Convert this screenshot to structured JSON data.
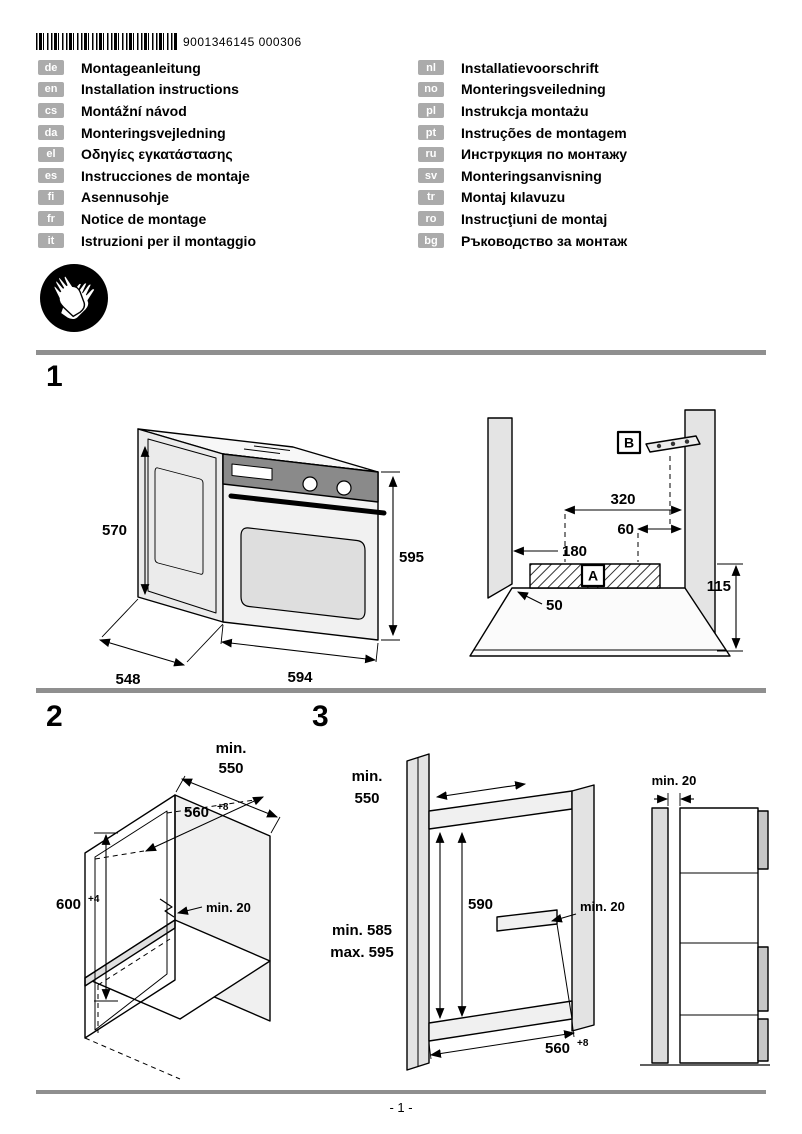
{
  "header": {
    "barcode_text": "9001346145  000306"
  },
  "languages": {
    "left": [
      {
        "code": "de",
        "title": "Montageanleitung"
      },
      {
        "code": "en",
        "title": "Installation instructions"
      },
      {
        "code": "cs",
        "title": "Montážní návod"
      },
      {
        "code": "da",
        "title": "Monteringsvejledning"
      },
      {
        "code": "el",
        "title": "Οδηγίες εγκατάστασης"
      },
      {
        "code": "es",
        "title": "Instrucciones de montaje"
      },
      {
        "code": "fi",
        "title": "Asennusohje"
      },
      {
        "code": "fr",
        "title": "Notice de montage"
      },
      {
        "code": "it",
        "title": "Istruzioni per il montaggio"
      }
    ],
    "right": [
      {
        "code": "nl",
        "title": "Installatievoorschrift"
      },
      {
        "code": "no",
        "title": "Monteringsveiledning"
      },
      {
        "code": "pl",
        "title": "Instrukcja montażu"
      },
      {
        "code": "pt",
        "title": "Instruções de montagem"
      },
      {
        "code": "ru",
        "title": "Инструкция по монтажу"
      },
      {
        "code": "sv",
        "title": "Monteringsanvisning"
      },
      {
        "code": "tr",
        "title": "Montaj kılavuzu"
      },
      {
        "code": "ro",
        "title": "Instrucţiuni de montaj"
      },
      {
        "code": "bg",
        "title": "Ръководство за монтаж"
      }
    ]
  },
  "fig1": {
    "number": "1",
    "oven": {
      "side_height": "570",
      "front_height": "595",
      "depth": "548",
      "width": "594"
    },
    "niche": {
      "marker_b": "B",
      "width_back": "320",
      "offset_right": "60",
      "offset_left": "180",
      "marker_a": "A",
      "strip_depth": "50",
      "base_height": "115"
    }
  },
  "fig2": {
    "number": "2",
    "depth_min_line1": "min.",
    "depth_min_line2": "550",
    "width": "560",
    "width_tol": "+8",
    "height": "600",
    "height_tol": "+4",
    "rear_gap": "min. 20"
  },
  "fig3": {
    "number": "3",
    "depth_min_line1": "min.",
    "depth_min_line2": "550",
    "niche_height_min": "min. 585",
    "niche_height_max": "max. 595",
    "inner_height": "590",
    "rear_gap": "min. 20",
    "width": "560",
    "width_tol": "+8",
    "side_gap": "min. 20"
  },
  "footer": {
    "page_number": "- 1 -"
  }
}
